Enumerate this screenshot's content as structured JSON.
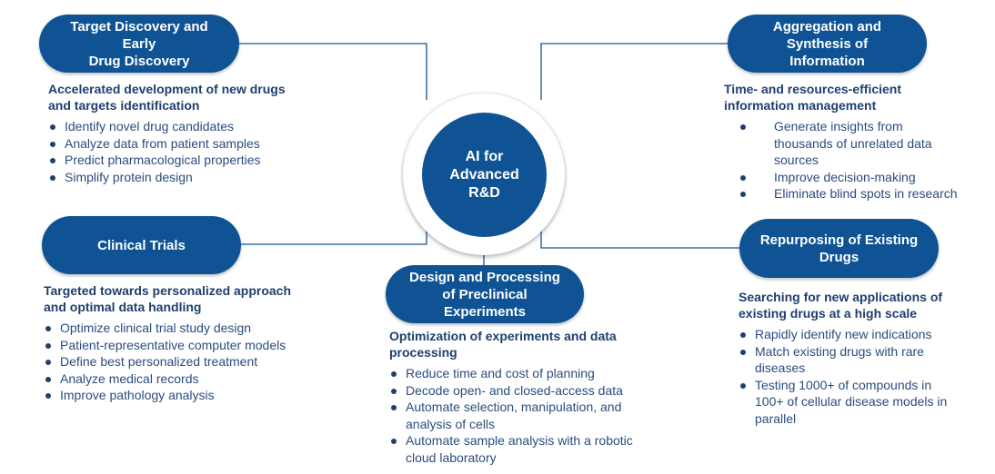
{
  "colors": {
    "primary": "#0f5394",
    "text": "#1f3f6e",
    "background": "#ffffff"
  },
  "hub": {
    "label_line1": "AI for",
    "label_line2": "Advanced",
    "label_line3": "R&D"
  },
  "nodes": [
    {
      "title_line1": "Target Discovery and Early",
      "title_line2": "Drug Discovery",
      "subtitle_line1": "Accelerated development of new drugs",
      "subtitle_line2": "and targets identification",
      "items": [
        "Identify novel drug candidates",
        "Analyze data from patient samples",
        "Predict pharmacological properties",
        "Simplify protein design"
      ]
    },
    {
      "title_line1": "Aggregation and",
      "title_line2": "Synthesis of",
      "title_line3": "Information",
      "subtitle_line1": "Time- and resources-efficient",
      "subtitle_line2": "information management",
      "items": [
        "Generate insights from thousands of unrelated data sources",
        "Improve decision-making",
        "Eliminate blind spots in research"
      ]
    },
    {
      "title_line1": "Clinical Trials",
      "subtitle_line1": "Targeted towards personalized approach",
      "subtitle_line2": "and optimal data handling",
      "items": [
        "Optimize clinical trial study design",
        "Patient-representative computer models",
        "Define best personalized treatment",
        "Analyze medical records",
        "Improve pathology analysis"
      ]
    },
    {
      "title_line1": "Repurposing of Existing",
      "title_line2": "Drugs",
      "subtitle_line1": "Searching for new applications of",
      "subtitle_line2": "existing drugs at a high scale",
      "items": [
        "Rapidly identify new indications",
        "Match existing drugs with rare diseases",
        "Testing 1000+ of compounds in 100+ of cellular disease models in parallel"
      ]
    },
    {
      "title_line1": "Design and Processing",
      "title_line2": "of Preclinical",
      "title_line3": "Experiments",
      "subtitle_line1": "Optimization of experiments and data",
      "subtitle_line2": "processing",
      "items": [
        "Reduce time and cost of planning",
        "Decode open- and closed-access data",
        "Automate selection, manipulation, and analysis of cells",
        "Automate sample analysis with a robotic cloud laboratory"
      ]
    }
  ]
}
